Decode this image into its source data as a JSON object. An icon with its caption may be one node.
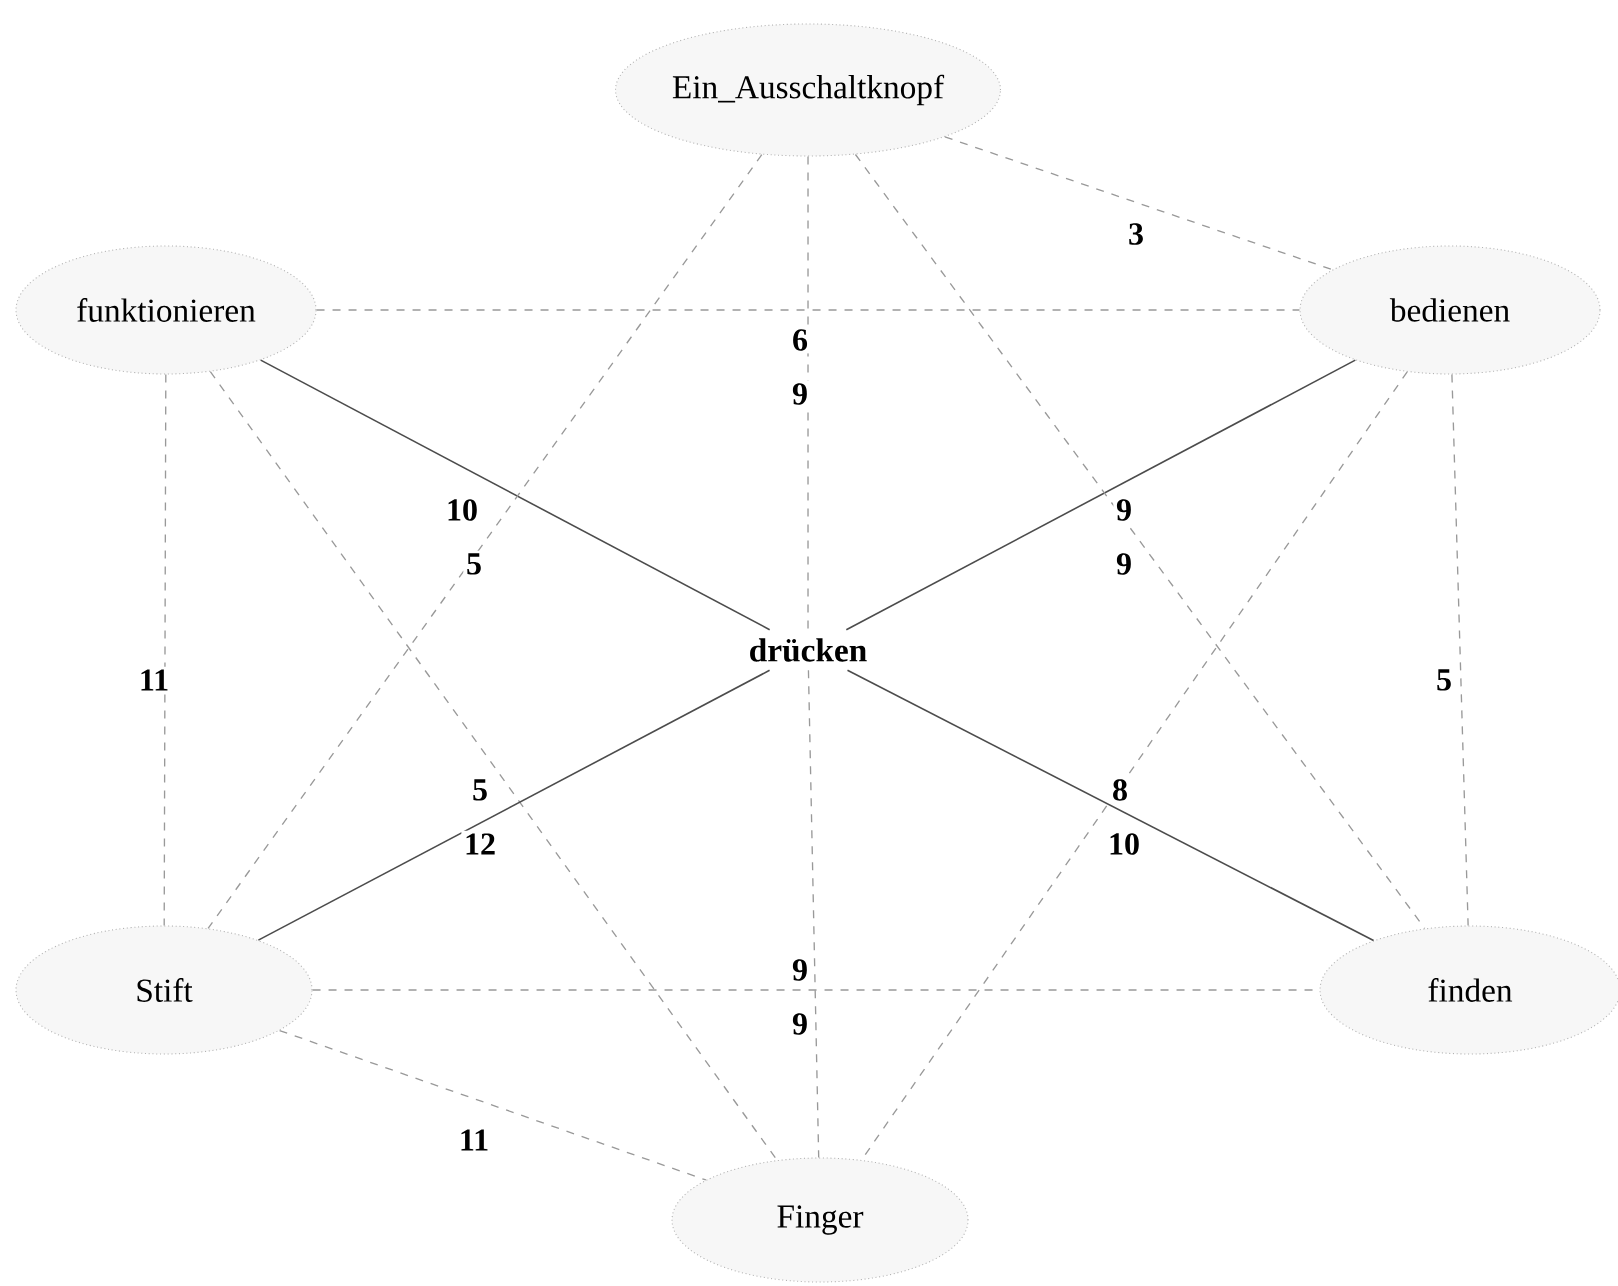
{
  "diagram": {
    "nodes": [
      {
        "text": [
          "Ein_Ausschaltknopf"
        ]
      },
      {
        "text": [
          "funktionieren"
        ]
      },
      {
        "text": [
          "bedienen"
        ]
      },
      {
        "text": [
          "drücken"
        ]
      },
      {
        "text": [
          "Stift"
        ]
      },
      {
        "text": [
          "finden"
        ]
      },
      {
        "text": [
          "Finger"
        ]
      }
    ],
    "edges": [
      {
        "from": 0,
        "to": 2,
        "arrow": "none",
        "label": "3",
        "style": "dashed"
      },
      {
        "from": 1,
        "to": 2,
        "arrow": "none",
        "label": "6",
        "style": "dashed"
      },
      {
        "from": 0,
        "to": 3,
        "arrow": "none",
        "label": "9",
        "style": "dashed"
      },
      {
        "from": 1,
        "to": 3,
        "arrow": "none",
        "label": "10"
      },
      {
        "from": 0,
        "to": 4,
        "arrow": "none",
        "label": "5",
        "style": "dashed"
      },
      {
        "from": 2,
        "to": 3,
        "arrow": "none",
        "label": "9"
      },
      {
        "from": 0,
        "to": 5,
        "arrow": "none",
        "label": "9",
        "style": "dashed"
      },
      {
        "from": 1,
        "to": 4,
        "arrow": "none",
        "label": "11",
        "style": "dashed"
      },
      {
        "from": 2,
        "to": 5,
        "arrow": "none",
        "label": "5",
        "style": "dashed"
      },
      {
        "from": 1,
        "to": 6,
        "arrow": "none",
        "label": "5",
        "style": "dashed"
      },
      {
        "from": 3,
        "to": 4,
        "arrow": "none",
        "label": "12"
      },
      {
        "from": 3,
        "to": 5,
        "arrow": "none",
        "label": "8"
      },
      {
        "from": 2,
        "to": 6,
        "arrow": "none",
        "label": "10",
        "style": "dashed"
      },
      {
        "from": 3,
        "to": 6,
        "arrow": "none",
        "label": "9",
        "style": "dashed"
      },
      {
        "from": 4,
        "to": 5,
        "arrow": "none",
        "label": "9",
        "style": "dashed"
      },
      {
        "from": 4,
        "to": 6,
        "arrow": "none",
        "label": "11",
        "style": "dashed"
      }
    ]
  }
}
